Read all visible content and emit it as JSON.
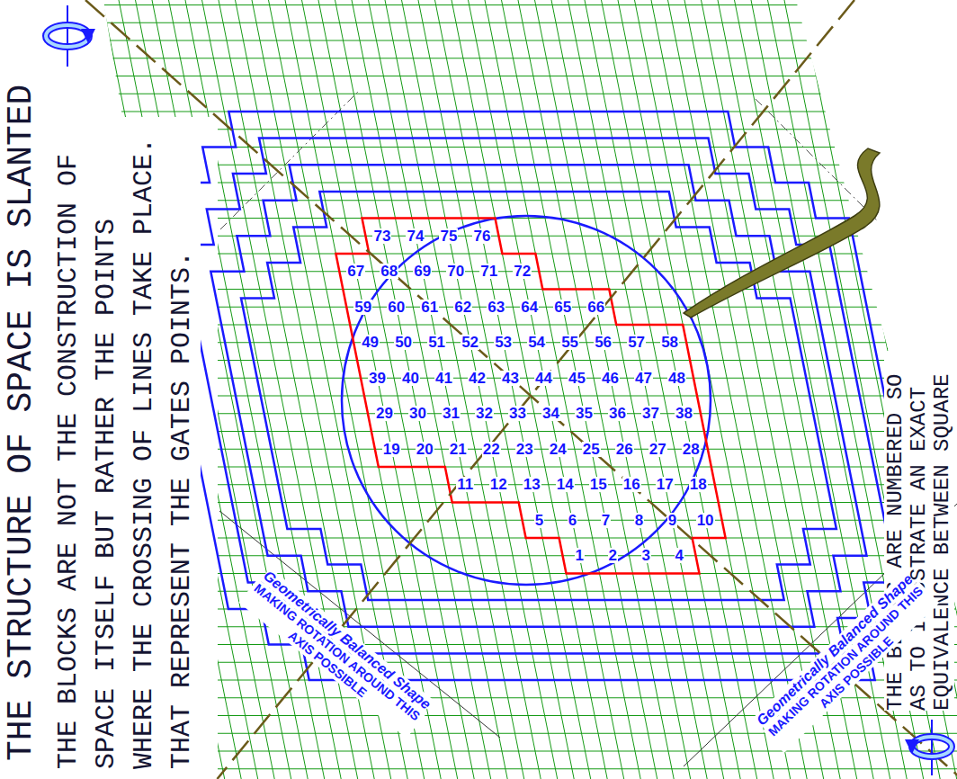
{
  "diagram": {
    "title": "THE STRUCTURE OF SPACE IS SLANTED",
    "labels": [
      "THE BLOCKS ARE NOT THE CONSTRUCTION OF SPACE ITSELF BUT RATHER THE POINTS WHERE THE CROSSING OF LINES TAKE PLACE. THAT REPRESENT THE GATES POINTS.",
      "THE BLOCKS ARE NUMBERED SO AS TO ILLUSTRATE AN EXACT EQUIVALENCE BETWEEN SQUARE",
      "Geometrically Balanced Shape",
      "MAKING ROTATION AROUND THIS AXIS POSSIBLE",
      "Geometrically Balanced Shape",
      "MAKING ROTATION AROUND THIS AXIS POSSIBLE",
      "73",
      "74",
      "75",
      "76",
      "67",
      "68",
      "69",
      "70",
      "71",
      "72",
      "59",
      "60",
      "61",
      "62",
      "63",
      "64",
      "65",
      "66",
      "49",
      "50",
      "51",
      "52",
      "53",
      "54",
      "55",
      "56",
      "57",
      "58",
      "39",
      "40",
      "41",
      "42",
      "43",
      "44",
      "45",
      "46",
      "47",
      "48",
      "29",
      "30",
      "31",
      "32",
      "33",
      "34",
      "35",
      "36",
      "37",
      "38",
      "19",
      "20",
      "21",
      "22",
      "23",
      "24",
      "25",
      "26",
      "27",
      "28",
      "11",
      "12",
      "13",
      "14",
      "15",
      "16",
      "17",
      "18",
      "5",
      "6",
      "7",
      "8",
      "9",
      "10",
      "1",
      "2",
      "3",
      "4"
    ]
  }
}
